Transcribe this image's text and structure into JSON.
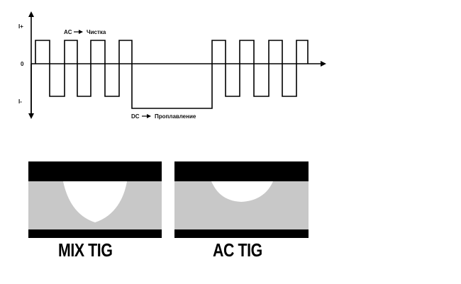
{
  "waveform": {
    "axis_labels": {
      "positive": "I+",
      "zero": "0",
      "negative": "I-"
    },
    "annotations": {
      "ac": "AC",
      "ac_meaning": "Чистка",
      "dc": "DC",
      "dc_meaning": "Проплавление"
    }
  },
  "weld_panels": [
    {
      "caption": "MIX TIG"
    },
    {
      "caption": "AC TIG"
    }
  ],
  "colors": {
    "line": "#000000",
    "plate_black": "#000000",
    "plate_gray": "#c8c8c8",
    "weld_pool": "#ffffff"
  }
}
